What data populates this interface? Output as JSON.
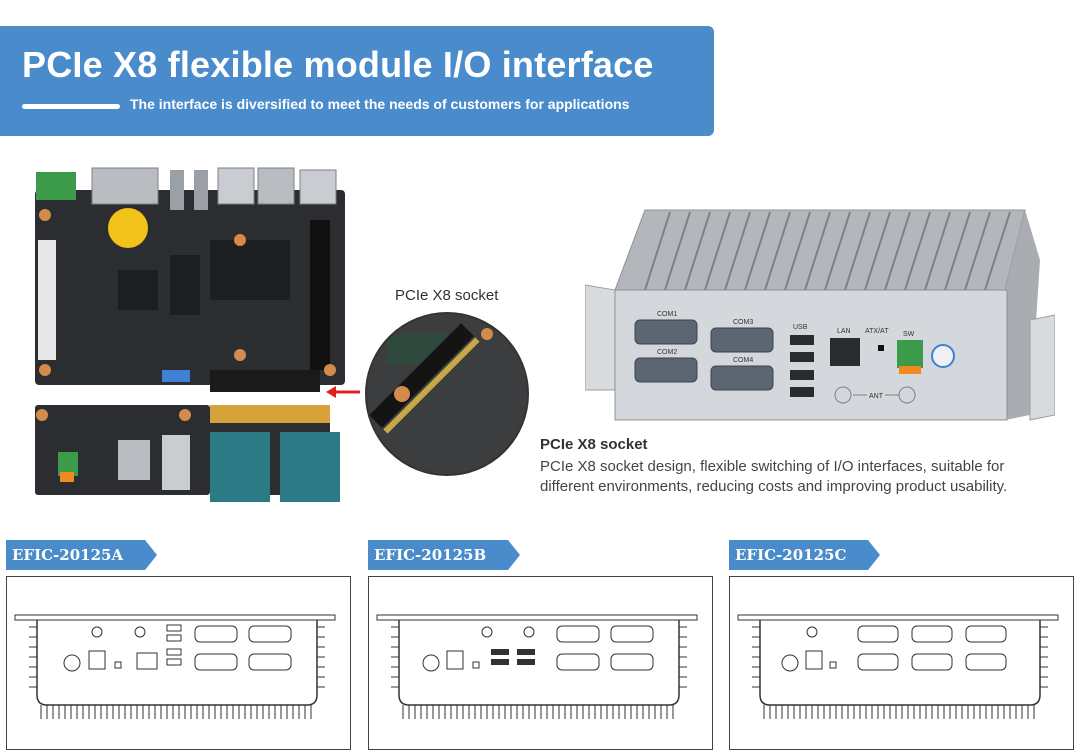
{
  "banner": {
    "title": "PCIe X8 flexible module I/O interface",
    "subtitle": "The interface is diversified to meet the needs of customers for applications"
  },
  "callout": {
    "label": "PCIe X8 socket"
  },
  "product": {
    "port_labels": {
      "com1": "COM1",
      "com2": "COM2",
      "com3": "COM3",
      "com4": "COM4",
      "usb": "USB",
      "lan": "LAN",
      "atx": "ATX/AT",
      "sw": "SW",
      "ant": "ANT"
    }
  },
  "description": {
    "title": "PCIe X8 socket",
    "body": "PCIe X8 socket design, flexible switching of I/O interfaces, suitable for different environments, reducing costs and improving product usability."
  },
  "variants": [
    {
      "name": "EFIC-20125A"
    },
    {
      "name": "EFIC-20125B"
    },
    {
      "name": "EFIC-20125C"
    }
  ],
  "colors": {
    "accent": "#4a8ccb",
    "board": "#2b2d30",
    "chassis": "#c9ccd0"
  }
}
